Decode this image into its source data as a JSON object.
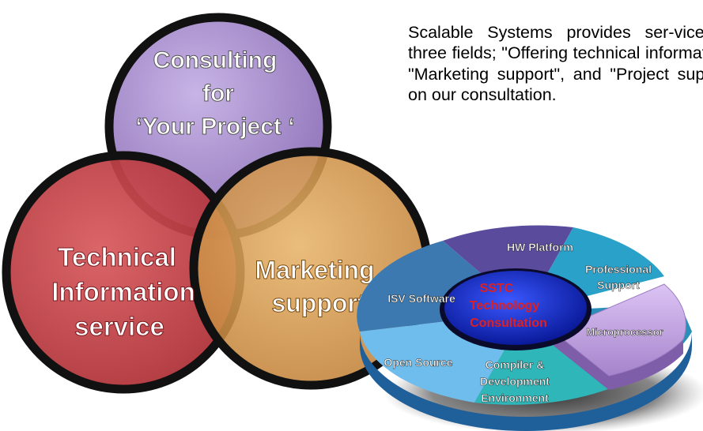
{
  "intro_text": "Scalable Systems provides ser-vices in three fields; \"Offering technical information\", \"Marketing support\", and \"Project support\" on our consultation.",
  "venn": {
    "top_circle_lines": [
      "Consulting",
      "for",
      "‘Your Project ‘"
    ],
    "left_circle_lines": [
      "Technical",
      "Information",
      "service"
    ],
    "right_circle_lines": [
      "Marketing",
      "support"
    ],
    "colors": {
      "top": "#a58cc8",
      "left": "#c0373e",
      "right": "#d89a4a",
      "outline": "#111111"
    }
  },
  "disc": {
    "center_lines": [
      "SSTC",
      "Technology",
      "Consultation"
    ],
    "segments": {
      "hw_platform": [
        "HW Platform"
      ],
      "professional_support": [
        "Professional",
        "Support"
      ],
      "microprocessor": [
        "Microprocessor"
      ],
      "compiler": [
        "Compiler &",
        "Development",
        "Environment"
      ],
      "open_source": [
        "Open Source"
      ],
      "isv_software": [
        "ISV Software"
      ]
    },
    "colors": {
      "hw_platform": "#5a4a9a",
      "professional_support": "#2aa0c8",
      "microprocessor": "#c8a8e8",
      "compiler": "#30b8b8",
      "open_source": "#6ab8ea",
      "isv_software": "#3a7ab0",
      "center": "#1f38d8",
      "center_text": "#e02020"
    }
  }
}
